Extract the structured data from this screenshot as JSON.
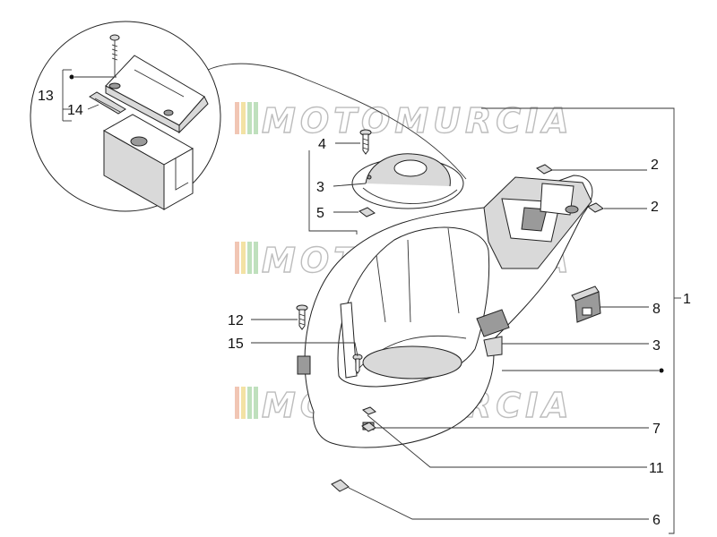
{
  "watermark": {
    "text": "MOTOMURCIA",
    "colors": [
      "#f1c6b4",
      "#f3e2a4",
      "#bfe0bd",
      "#bfe0bd"
    ]
  },
  "callouts": {
    "c1": "1",
    "c2a": "2",
    "c2b": "2",
    "c3a": "3",
    "c3b": "3",
    "c4": "4",
    "c5": "5",
    "c6": "6",
    "c7": "7",
    "c8": "8",
    "c11": "11",
    "c12": "12",
    "c13": "13",
    "c14": "14",
    "c15": "15"
  }
}
